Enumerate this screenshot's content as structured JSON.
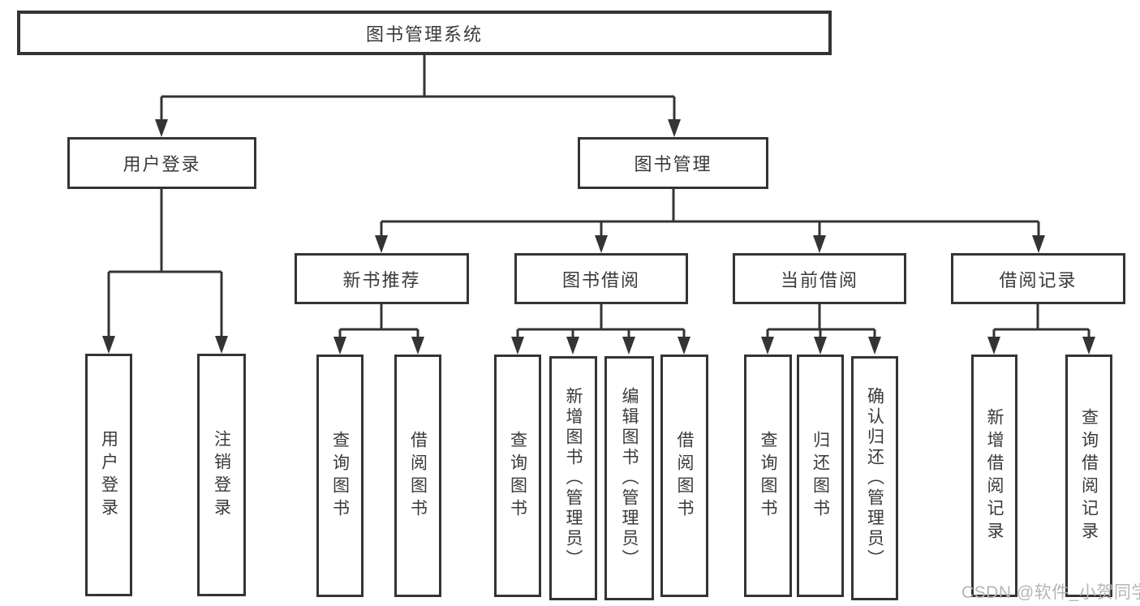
{
  "tree": {
    "root": {
      "label": "图书管理系统"
    },
    "branches": [
      {
        "label": "用户登录",
        "children": [
          {
            "label": "用户登录"
          },
          {
            "label": "注销登录"
          }
        ]
      },
      {
        "label": "图书管理",
        "children": [
          {
            "label": "新书推荐",
            "children": [
              {
                "label": "查询图书"
              },
              {
                "label": "借阅图书"
              }
            ]
          },
          {
            "label": "图书借阅",
            "children": [
              {
                "label": "查询图书"
              },
              {
                "label": "新增图书（管理员）"
              },
              {
                "label": "编辑图书（管理员）"
              },
              {
                "label": "借阅图书"
              }
            ]
          },
          {
            "label": "当前借阅",
            "children": [
              {
                "label": "查询图书"
              },
              {
                "label": "归还图书"
              },
              {
                "label": "确认归还（管理员）"
              }
            ]
          },
          {
            "label": "借阅记录",
            "children": [
              {
                "label": "新增借阅记录"
              },
              {
                "label": "查询借阅记录"
              }
            ]
          }
        ]
      }
    ]
  },
  "watermark": {
    "text": "CSDN @软件_小贺同学"
  },
  "colors": {
    "line": "#343434",
    "box_border": "#343434",
    "text": "#3a3a3a",
    "background": "#ffffff",
    "watermark": "#b5b5b5"
  }
}
